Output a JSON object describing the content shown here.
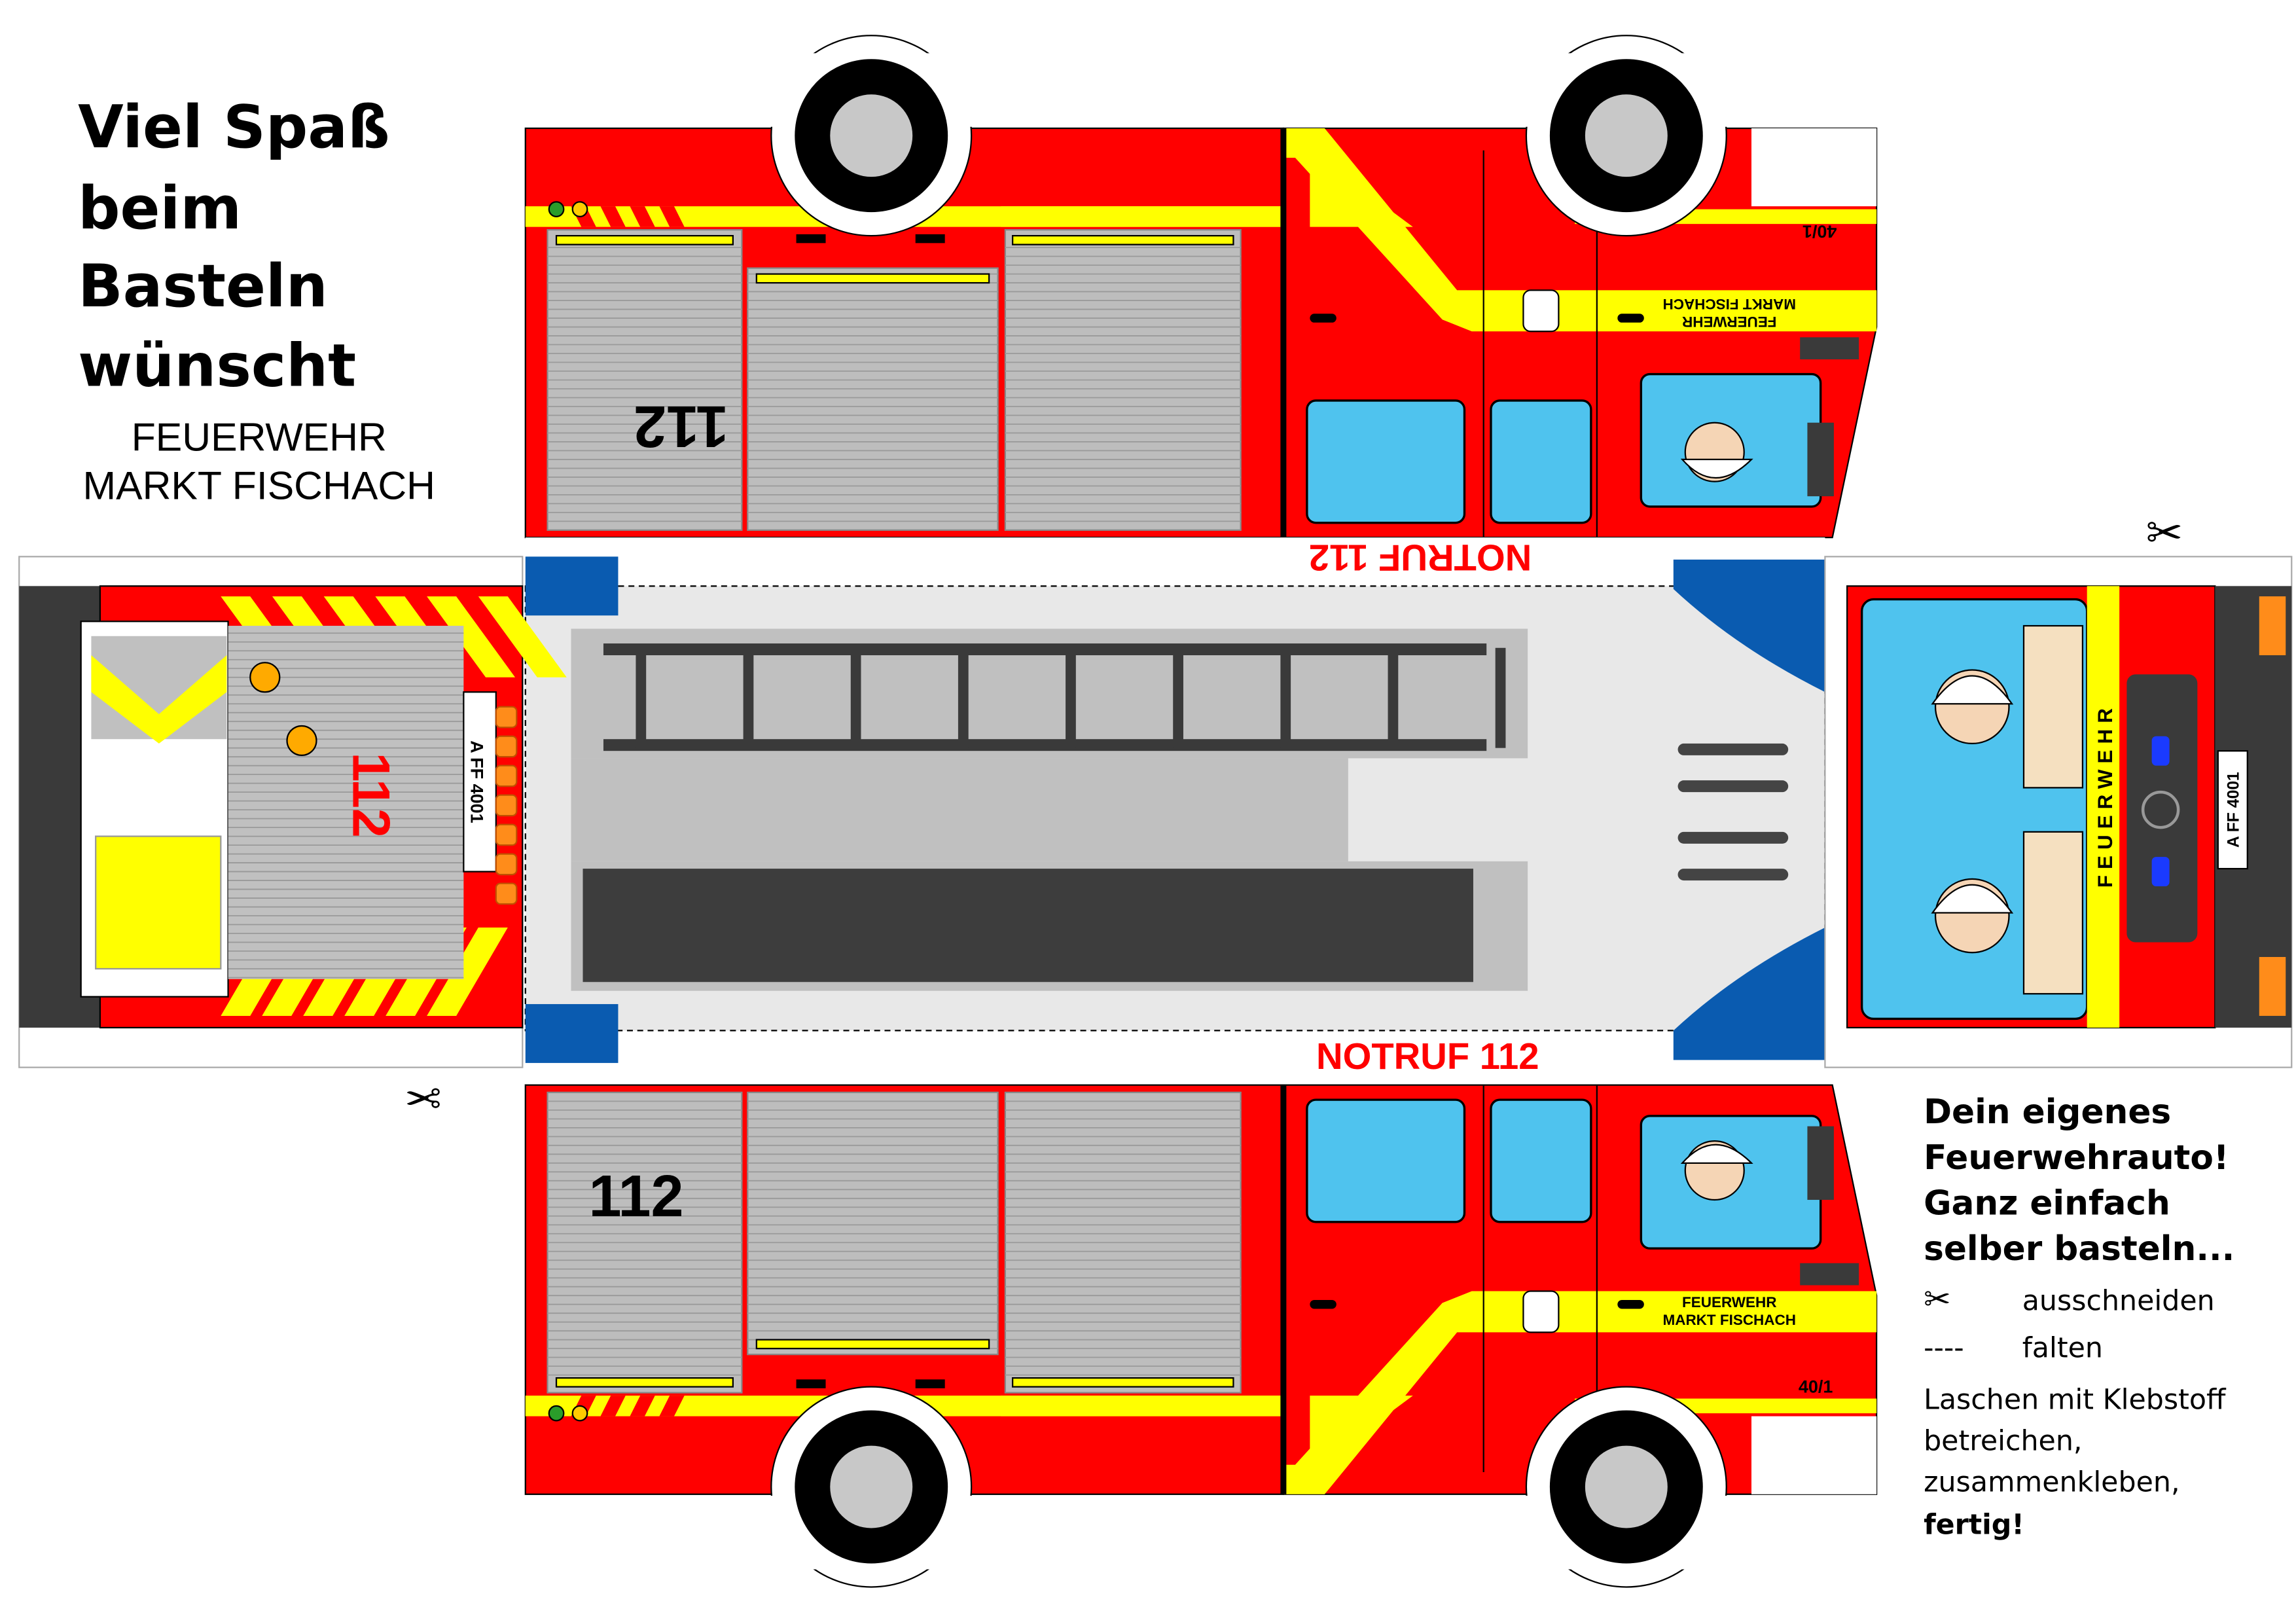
{
  "greeting": {
    "lines": [
      "Viel Spaß",
      "beim",
      "Basteln",
      "wünscht"
    ],
    "org_line1": "FEUERWEHR",
    "org_line2": "MARKT FISCHACH"
  },
  "instructions": {
    "headline": [
      "Dein eigenes",
      "Feuerwehrauto!",
      "Ganz einfach",
      "selber basteln..."
    ],
    "cut_symbol": "✂",
    "cut_label": "ausschneiden",
    "fold_symbol": "----",
    "fold_label": "falten",
    "glue": [
      "Laschen mit Klebstoff",
      "betreichen,",
      "zusammenkleben,"
    ],
    "done": "fertig!"
  },
  "truck": {
    "emergency_top": "NOTRUF 112",
    "emergency_bottom": "NOTRUF 112",
    "phone_top": "112",
    "phone_bottom": "112",
    "phone_rear": "112",
    "door_top_1": "FEUERWEHR",
    "door_top_2": "MARKT FISCHACH",
    "door_bottom_1": "FEUERWEHR",
    "door_bottom_2": "MARKT FISCHACH",
    "call_sign_top": "40/1",
    "call_sign_bottom": "40/1",
    "plate_rear": "A FF 4001",
    "plate_front": "A FF 4001",
    "front_label": "FEUERWEHR",
    "scissors": "✂"
  },
  "colors": {
    "red": "#ff0000",
    "yellow": "#ffff00",
    "blue": "#4fc3ee",
    "darkblue": "#0a5bb0",
    "gray": "#c0c0c0"
  }
}
